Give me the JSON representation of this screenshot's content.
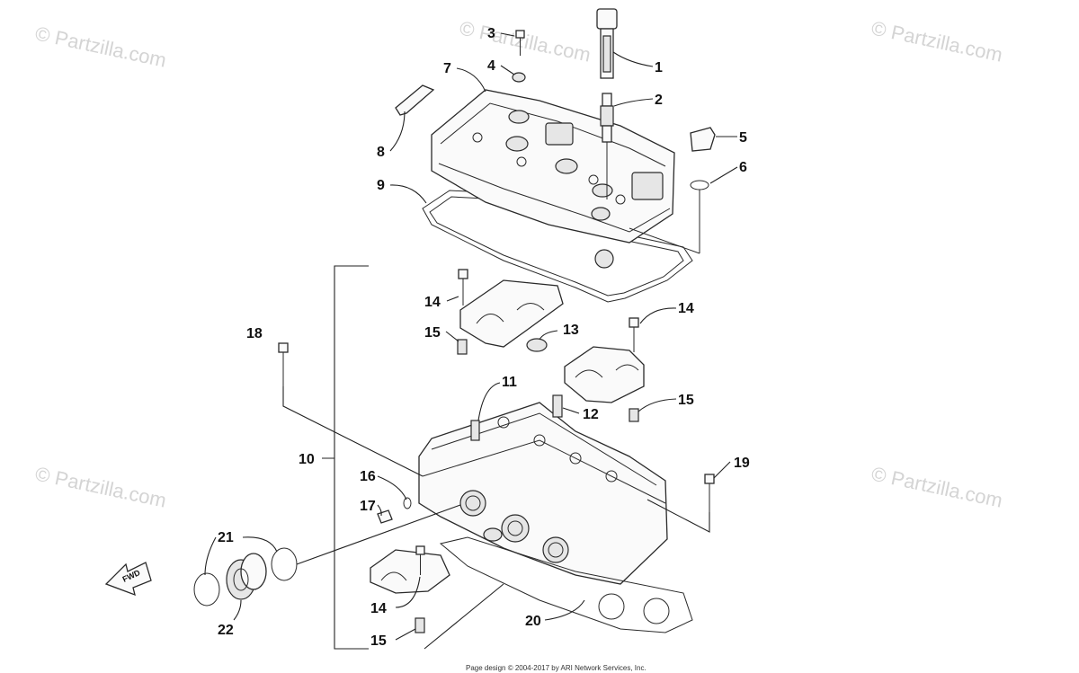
{
  "watermarks": {
    "corner_text": "© Partzilla.com",
    "center_text": "© Partzilla.com"
  },
  "direction_arrow": {
    "label": "FWD"
  },
  "footer": {
    "text": "Page design © 2004-2017 by ARI Network Services, Inc."
  },
  "callouts": [
    "1",
    "2",
    "3",
    "4",
    "5",
    "6",
    "7",
    "8",
    "9",
    "10",
    "11",
    "12",
    "13",
    "14",
    "15",
    "16",
    "17",
    "18",
    "19",
    "20",
    "21",
    "22"
  ],
  "colors": {
    "line": "#2a2a2a",
    "watermark": "#d4d4d4",
    "background": "#ffffff"
  }
}
